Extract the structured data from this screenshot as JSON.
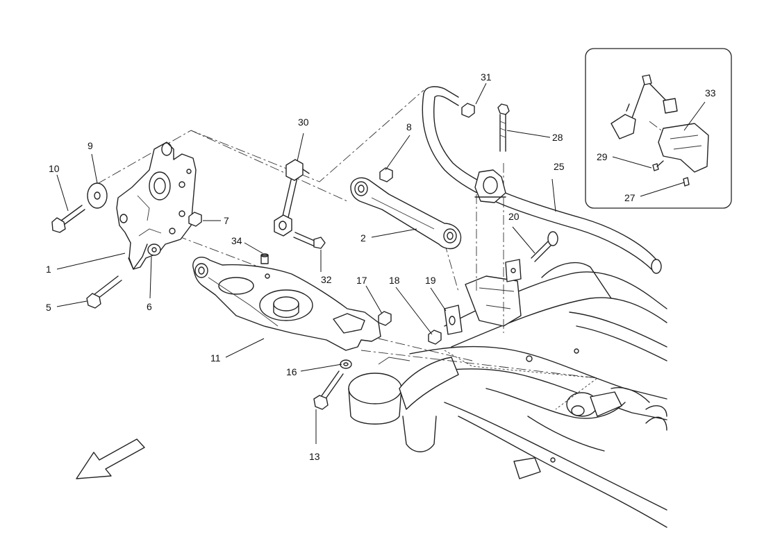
{
  "labels": {
    "l1": "1",
    "l2": "2",
    "l5": "5",
    "l6": "6",
    "l7": "7",
    "l8": "8",
    "l9": "9",
    "l10": "10",
    "l11": "11",
    "l13": "13",
    "l16": "16",
    "l17": "17",
    "l18": "18",
    "l19": "19",
    "l20": "20",
    "l25": "25",
    "l27": "27",
    "l28": "28",
    "l29": "29",
    "l30": "30",
    "l31": "31",
    "l32": "32",
    "l33": "33",
    "l34": "34"
  },
  "icons": {
    "direction_arrow": "front-direction-arrow-icon"
  },
  "colors": {
    "line": "#222222",
    "background": "#ffffff"
  }
}
